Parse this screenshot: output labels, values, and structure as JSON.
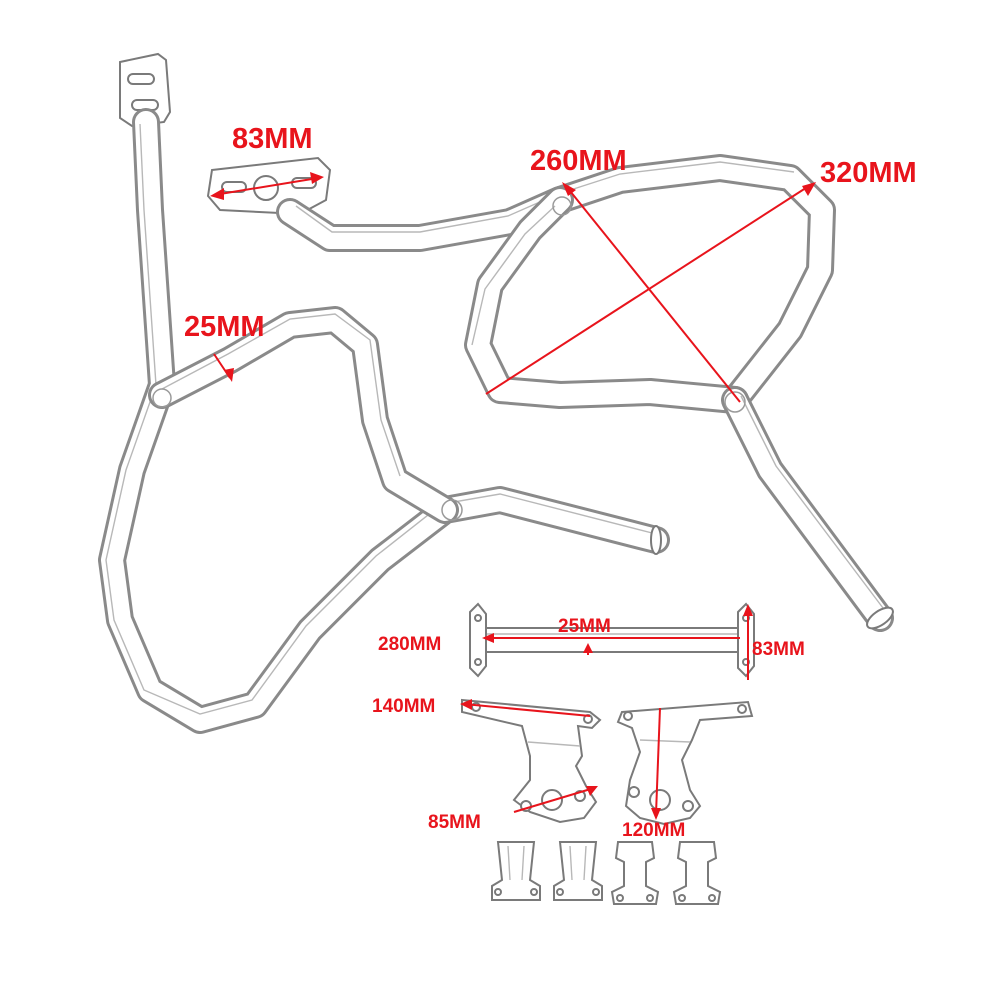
{
  "dimensions": {
    "plate_width": "83MM",
    "tube_diameter_left": "25MM",
    "frame_width": "260MM",
    "frame_diagonal": "320MM",
    "brace_length": "280MM",
    "brace_tube_diameter": "25MM",
    "brace_height": "83MM",
    "bracket_length": "140MM",
    "bracket_width": "85MM",
    "bracket_height": "120MM"
  },
  "colors": {
    "dimension": "#e8141c",
    "outline": "#8a8a8a"
  }
}
